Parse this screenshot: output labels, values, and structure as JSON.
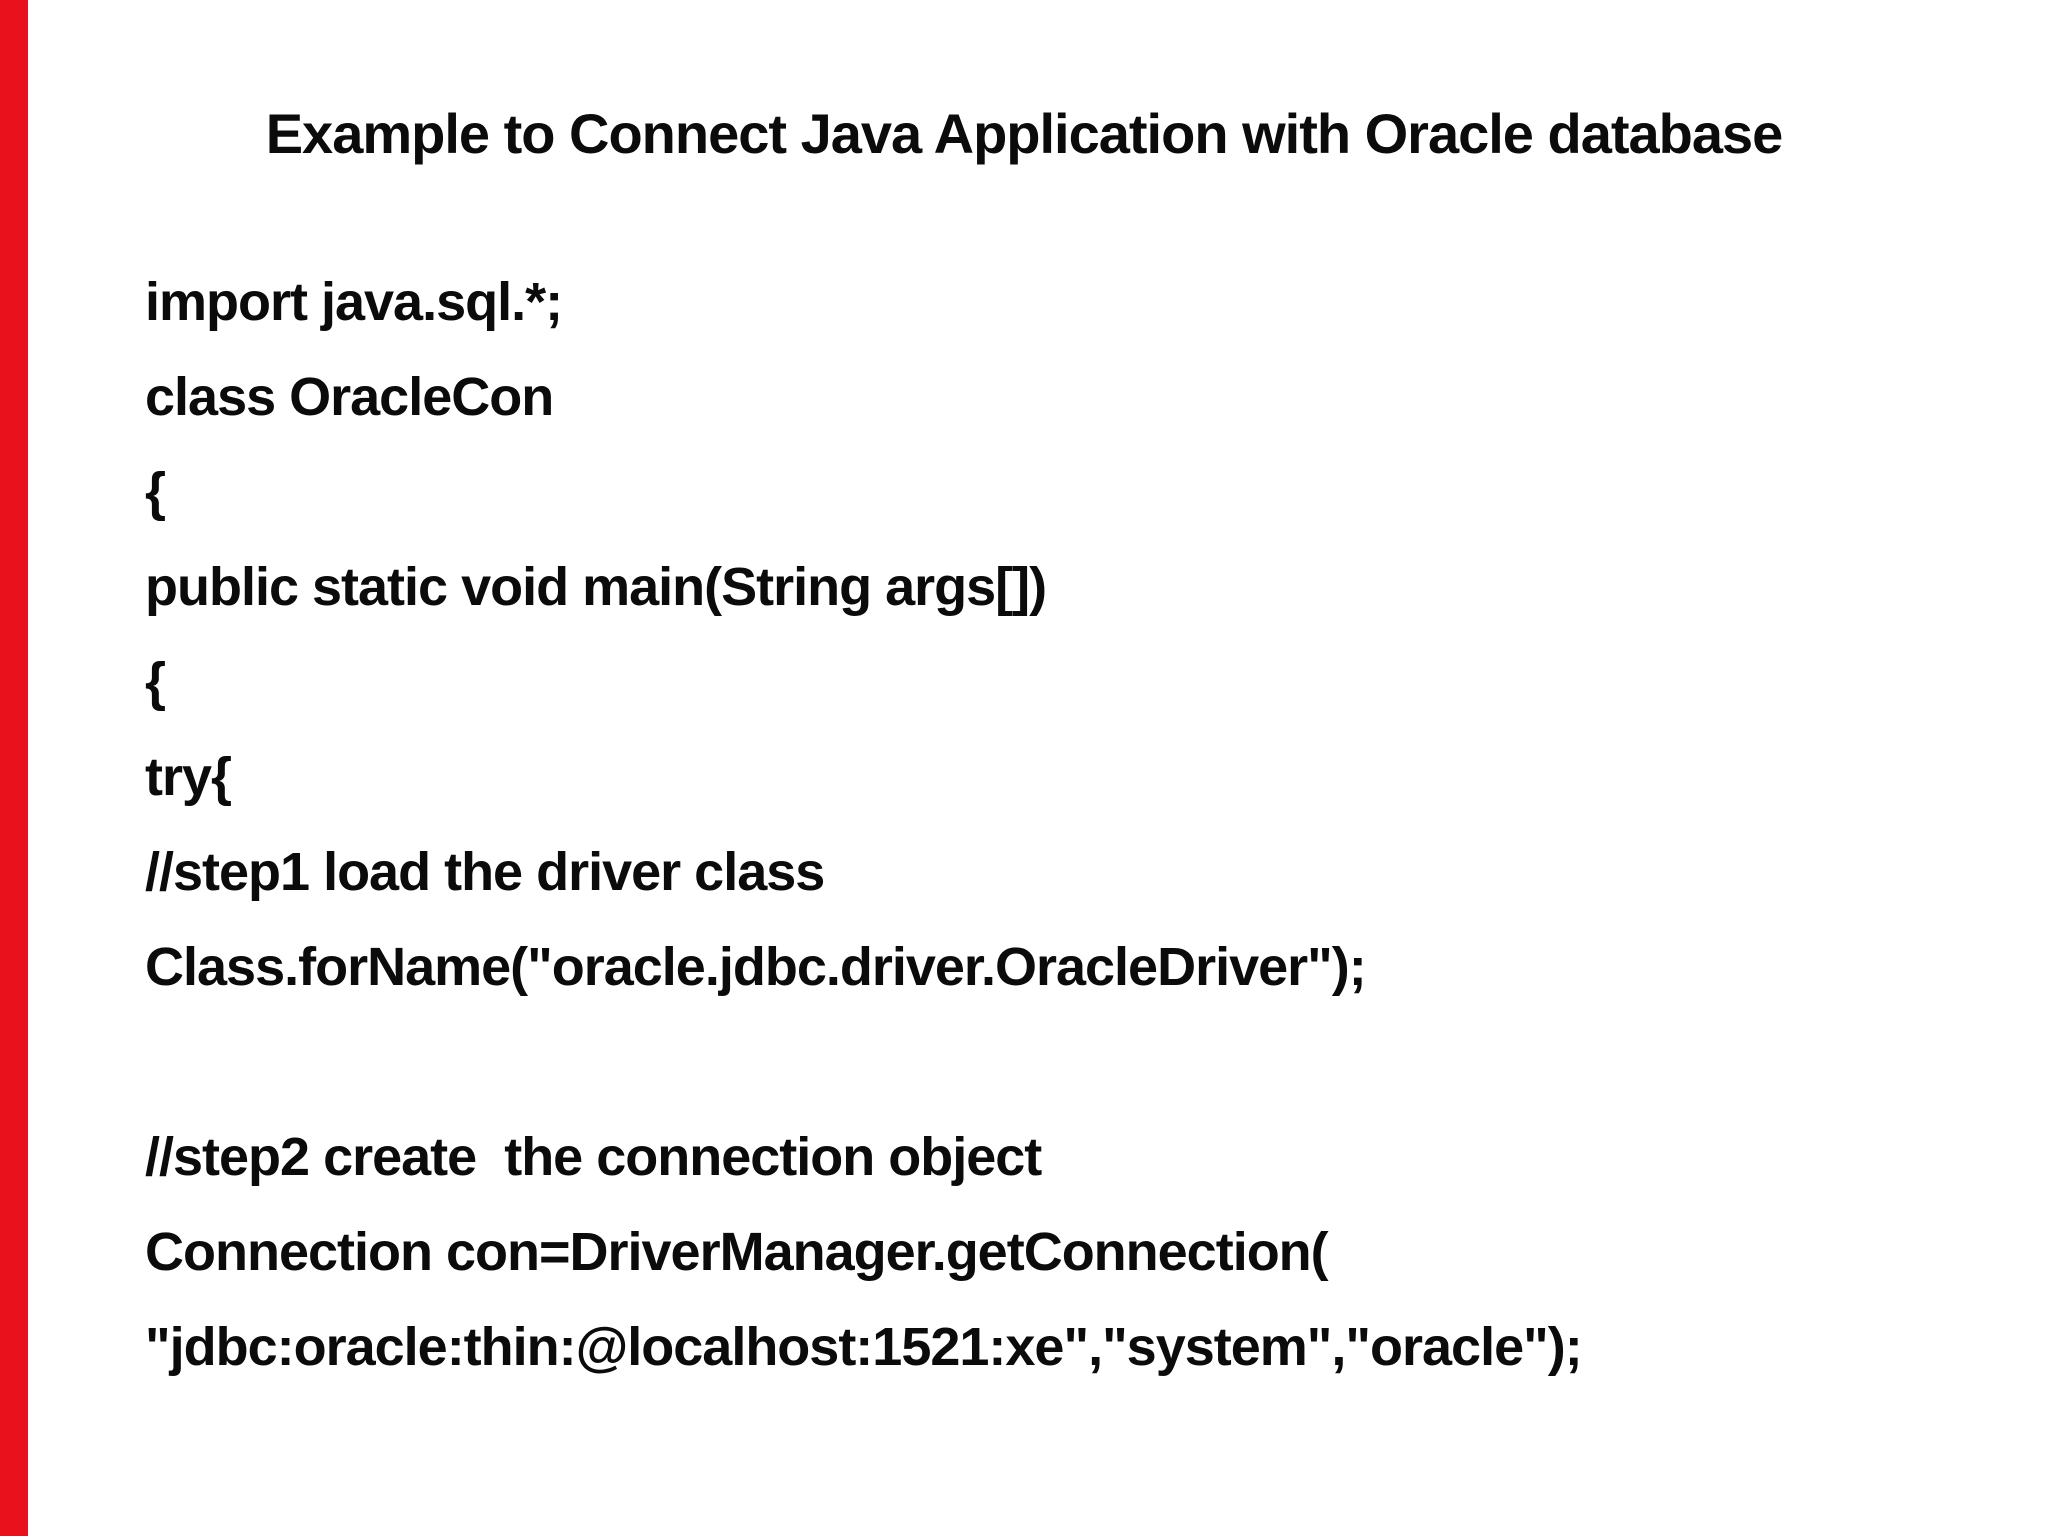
{
  "page": {
    "title": "Example to Connect Java Application with Oracle database"
  },
  "colors": {
    "accent_bar": "#e8111c",
    "text": "#0b0b0b",
    "background": "#ffffff"
  },
  "code": {
    "lines": [
      "import java.sql.*;",
      "class OracleCon",
      "{",
      "public static void main(String args[])",
      "{",
      "try{",
      "//step1 load the driver class",
      "Class.forName(\"oracle.jdbc.driver.OracleDriver\");",
      "",
      "//step2 create  the connection object",
      "Connection con=DriverManager.getConnection(",
      "\"jdbc:oracle:thin:@localhost:1521:xe\",\"system\",\"oracle\");"
    ]
  }
}
